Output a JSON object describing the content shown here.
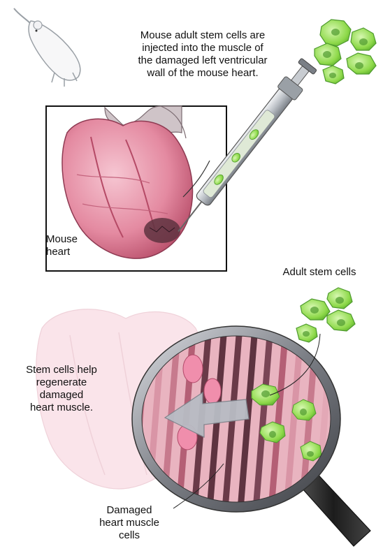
{
  "labels": {
    "injection": [
      "Mouse adult stem cells are",
      "injected into the muscle of",
      "the damaged left ventricular",
      "wall of the mouse heart."
    ],
    "mouse_heart": [
      "Mouse",
      "heart"
    ],
    "adult_stem_cells": [
      "Adult stem cells"
    ],
    "regenerate": [
      "Stem cells help",
      "regenerate",
      "damaged",
      "heart muscle."
    ],
    "damaged_cells": [
      "Damaged",
      "heart muscle",
      "cells"
    ]
  },
  "colors": {
    "stem_cell": "#8ed94a",
    "stem_cell_nucleus": "#4e9a2e",
    "heart": "#e79aab",
    "heart_dark": "#b54a66",
    "muscle_dark": "#5e3340",
    "lens_rim": "#6f7278",
    "arrow": "#b8bcc4"
  },
  "icons": [
    "mouse-icon",
    "syringe-icon",
    "magnifying-glass-icon",
    "heart-illustration",
    "stem-cell-icon"
  ]
}
